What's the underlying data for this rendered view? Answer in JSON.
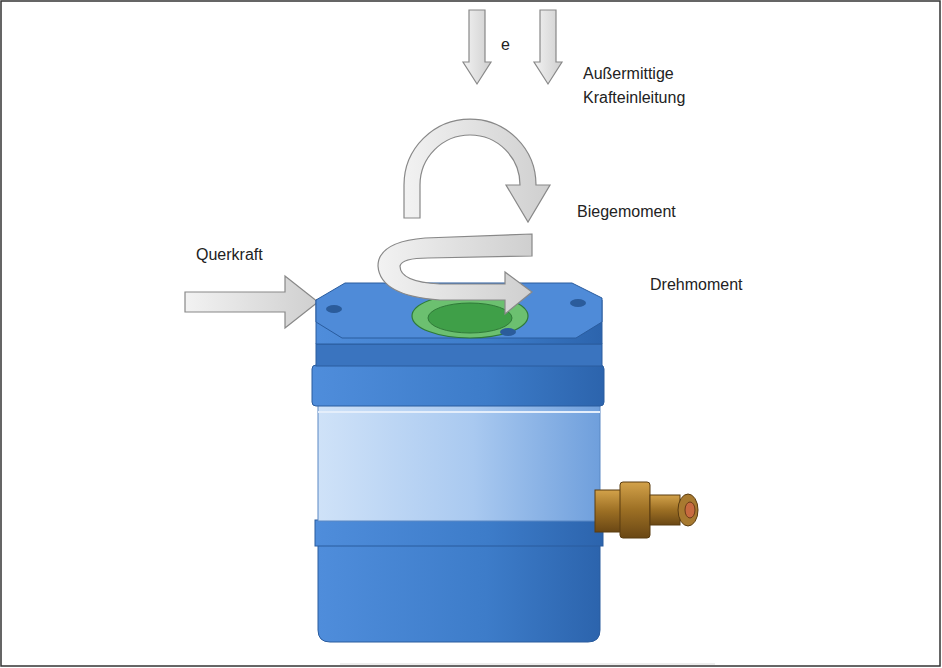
{
  "diagram": {
    "labels": [
      "e",
      "Außermittige Krafteinleitung",
      "Biegemoment",
      "Querkraft",
      "Drehmoment"
    ]
  }
}
